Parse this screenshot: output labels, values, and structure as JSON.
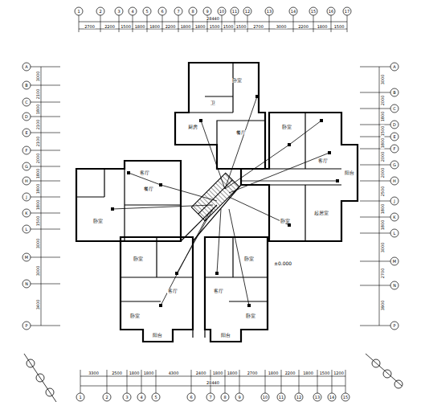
{
  "diagram": {
    "labels": [
      "1",
      "2",
      "3",
      "4",
      "5",
      "6",
      "7",
      "8",
      "9",
      "10",
      "11",
      "12",
      "13",
      "14",
      "15",
      "16",
      "17",
      "2700",
      "2200",
      "1500",
      "1800",
      "1800",
      "2200",
      "1800",
      "1800",
      "1500",
      "1500",
      "1500",
      "2700",
      "3000",
      "2200",
      "1800",
      "1500",
      "28440",
      "1",
      "2",
      "3",
      "4",
      "5",
      "6",
      "7",
      "8",
      "9",
      "10",
      "11",
      "12",
      "13",
      "14",
      "15",
      "3300",
      "2500",
      "1800",
      "1800",
      "4300",
      "2400",
      "1800",
      "1800",
      "2700",
      "1800",
      "2200",
      "1800",
      "1500",
      "1200",
      "28440",
      "A",
      "B",
      "C",
      "D",
      "E",
      "F",
      "G",
      "H",
      "J",
      "K",
      "L",
      "M",
      "N",
      "P",
      "3000",
      "2100",
      "1800",
      "2100",
      "2100",
      "2000",
      "1800",
      "1800",
      "1800",
      "1500",
      "3000",
      "3000",
      "3400",
      "A",
      "B",
      "C",
      "D",
      "E",
      "F",
      "G",
      "H",
      "J",
      "K",
      "L",
      "M",
      "N",
      "P",
      "3000",
      "2000",
      "1800",
      "1500",
      "1800",
      "2000",
      "2000",
      "2500",
      "1800",
      "1800",
      "3000",
      "2700",
      "3900",
      "卧室",
      "卫",
      "厨房",
      "餐厅",
      "卧室",
      "客厅",
      "阳台",
      "卧室",
      "起居室",
      "卧室",
      "餐厅",
      "客厅",
      "卧室",
      "卧室",
      "客厅",
      "客厅",
      "卧室",
      "卧室",
      "阳台",
      "阳台",
      "±0.000"
    ]
  }
}
